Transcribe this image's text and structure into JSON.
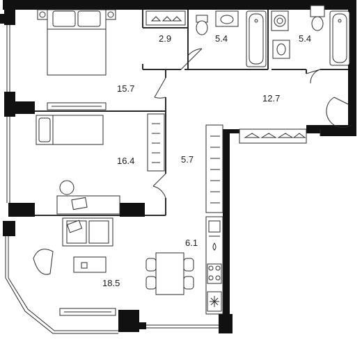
{
  "rooms": [
    {
      "id": "bedroom-1",
      "area": "15.7"
    },
    {
      "id": "wardrobe",
      "area": "2.9"
    },
    {
      "id": "bathroom-1",
      "area": "5.4"
    },
    {
      "id": "bathroom-2",
      "area": "5.4"
    },
    {
      "id": "hall",
      "area": "12.7"
    },
    {
      "id": "bedroom-2",
      "area": "16.4"
    },
    {
      "id": "corridor",
      "area": "5.7"
    },
    {
      "id": "kitchen-corridor",
      "area": "6.1"
    },
    {
      "id": "living-room",
      "area": "18.5"
    }
  ],
  "icons": {
    "double-bed": "bed",
    "single-bed": "bed",
    "toilet": "toilet",
    "bathtub": "bathtub",
    "sink": "sink",
    "washing-machine": "washer",
    "hangers": "hanger",
    "sofa": "sofa",
    "armchair": "armchair",
    "dining-table": "table",
    "desk": "desk",
    "stove": "stove",
    "fridge": "fridge"
  }
}
